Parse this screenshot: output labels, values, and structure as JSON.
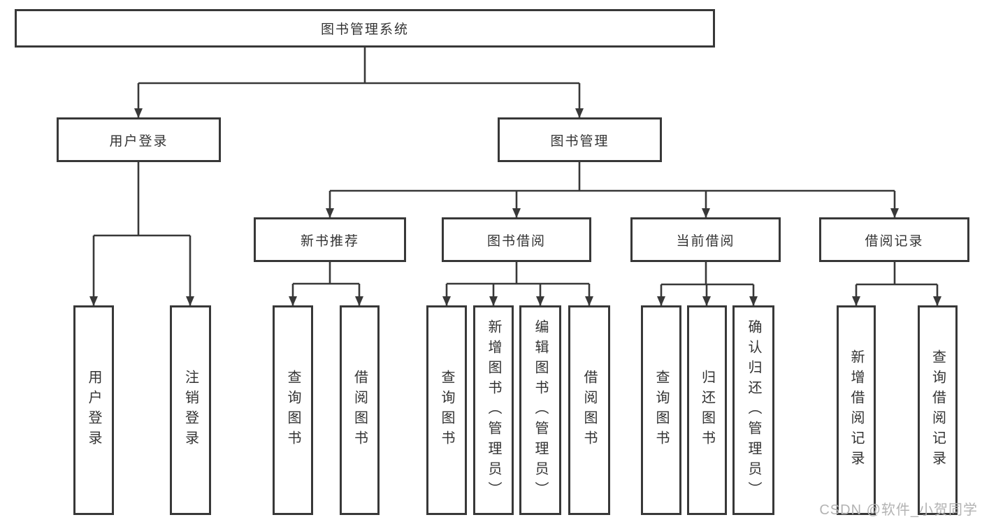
{
  "diagram": {
    "root": {
      "label": "图书管理系统"
    },
    "branches": [
      {
        "label": "用户登录",
        "leaves": [
          {
            "label": "用户登录"
          },
          {
            "label": "注销登录"
          }
        ]
      },
      {
        "label": "图书管理",
        "sections": [
          {
            "label": "新书推荐",
            "leaves": [
              {
                "label": "查询图书"
              },
              {
                "label": "借阅图书"
              }
            ]
          },
          {
            "label": "图书借阅",
            "leaves": [
              {
                "label": "查询图书"
              },
              {
                "label": "新增图书（管理员）"
              },
              {
                "label": "编辑图书（管理员）"
              },
              {
                "label": "借阅图书"
              }
            ]
          },
          {
            "label": "当前借阅",
            "leaves": [
              {
                "label": "查询图书"
              },
              {
                "label": "归还图书"
              },
              {
                "label": "确认归还（管理员）"
              }
            ]
          },
          {
            "label": "借阅记录",
            "leaves": [
              {
                "label": "新增借阅记录"
              },
              {
                "label": "查询借阅记录"
              }
            ]
          }
        ]
      }
    ]
  },
  "watermark": "CSDN @软件_小贺同学",
  "colors": {
    "line": "#383838",
    "box_border": "#383838",
    "text": "#333333",
    "watermark": "#b3b3b3",
    "background": "#ffffff"
  }
}
